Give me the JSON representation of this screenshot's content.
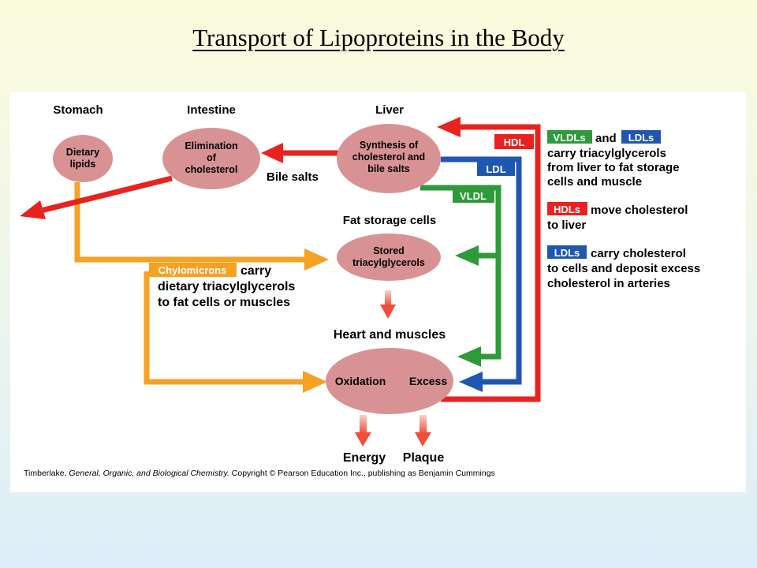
{
  "title": "Transport of Lipoproteins in the Body",
  "colors": {
    "hdl": "#e8231f",
    "ldl": "#1f57b0",
    "vldl": "#2f9a3a",
    "chylomicron": "#f5a123",
    "node": "#d99293",
    "down_arrow": "#f26452"
  },
  "diagram": {
    "headers": {
      "stomach": "Stomach",
      "intestine": "Intestine",
      "liver": "Liver",
      "fat_storage": "Fat storage cells",
      "heart_muscles": "Heart and muscles"
    },
    "nodes": {
      "dietary_lipids": [
        "Dietary",
        "lipids"
      ],
      "elimination": [
        "Elimination",
        "of",
        "cholesterol"
      ],
      "synthesis": [
        "Synthesis of",
        "cholesterol and",
        "bile salts"
      ],
      "stored": [
        "Stored",
        "triacylglycerols"
      ],
      "oxidation": "Oxidation",
      "excess": "Excess"
    },
    "labels": {
      "bile_salts": "Bile salts",
      "energy": "Energy",
      "plaque": "Plaque"
    },
    "tags": {
      "hdl": "HDL",
      "ldl": "LDL",
      "vldl": "VLDL",
      "chylomicrons": "Chylomicrons"
    },
    "chylomicron_note": {
      "suffix": "carry",
      "lines": [
        "dietary triacylglycerols",
        "to fat cells or muscles"
      ]
    }
  },
  "legend": {
    "vldl_ldl": {
      "tag1": "VLDLs",
      "joiner": "and",
      "tag2": "LDLs",
      "lines": [
        "carry triacylglycerols",
        "from liver to fat storage",
        "cells and muscle"
      ]
    },
    "hdl": {
      "tag": "HDLs",
      "first_line": "move cholesterol",
      "lines": [
        "to liver"
      ]
    },
    "ldl": {
      "tag": "LDLs",
      "first_line": "carry cholesterol",
      "lines": [
        "to cells and deposit excess",
        "cholesterol in arteries"
      ]
    }
  },
  "credit": {
    "author": "Timberlake,",
    "book": "General, Organic, and Biological Chemistry.",
    "rest": "Copyright © Pearson Education Inc., publishing as Benjamin Cummings"
  }
}
